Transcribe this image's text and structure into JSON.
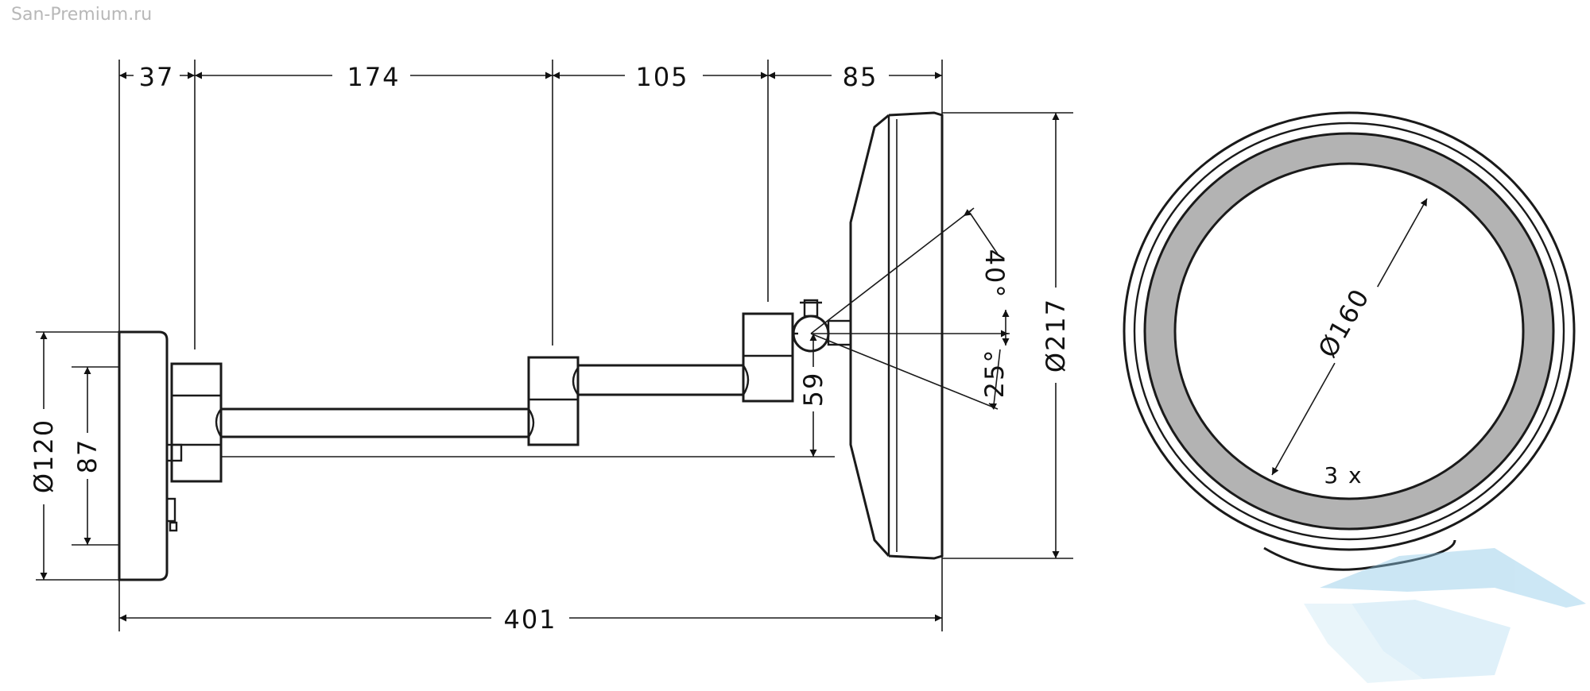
{
  "watermark": {
    "site": "San-Premium.ru"
  },
  "dimensions": {
    "flange_depth": "37",
    "arm_segment_1": "174",
    "arm_segment_2": "105",
    "mirror_depth": "85",
    "total_length": "401",
    "flange_diameter": "Ø120",
    "flange_inner": "87",
    "pivot_offset": "59",
    "mirror_diameter": "Ø217",
    "tilt_up": "40°",
    "tilt_down": "25°",
    "glass_diameter": "Ø160",
    "magnification": "3 x"
  },
  "colors": {
    "line": "#1a1a1a",
    "light_ring": "#b3b3b3",
    "watermark_logo": "#8ec9e8"
  }
}
